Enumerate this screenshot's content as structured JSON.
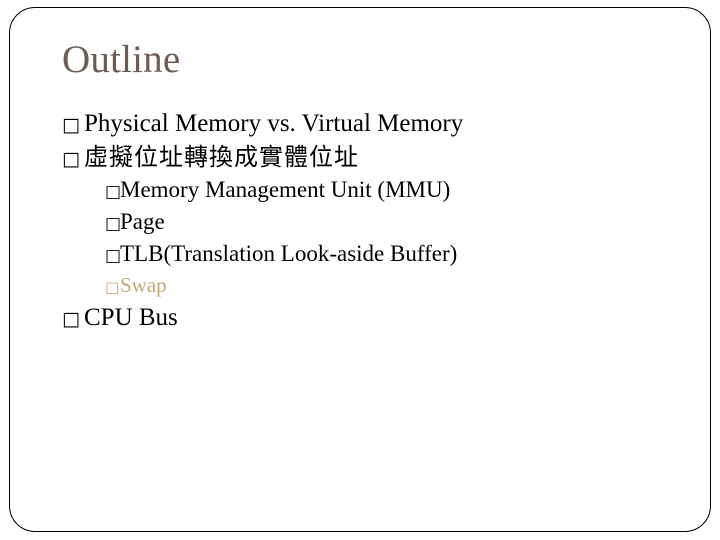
{
  "slide": {
    "title": "Outline",
    "title_color": "#6d5b54",
    "frame_color": "#000000",
    "background_color": "#ffffff",
    "accent_color": "#c8a57a",
    "bullet_glyph": "□",
    "items": [
      {
        "level": 1,
        "bullet": "□",
        "text": "Physical Memory vs. Virtual Memory",
        "color": "#000000",
        "script": "latin"
      },
      {
        "level": 1,
        "bullet": "□",
        "text": "虛擬位址轉換成實體位址",
        "color": "#000000",
        "script": "cjk"
      },
      {
        "level": 2,
        "bullet": "□",
        "text": "Memory Management Unit (MMU)",
        "color": "#000000",
        "script": "latin"
      },
      {
        "level": 2,
        "bullet": "□",
        "text": "Page",
        "color": "#000000",
        "script": "latin"
      },
      {
        "level": 2,
        "bullet": "□",
        "text": "TLB(Translation Look-aside Buffer)",
        "color": "#000000",
        "script": "latin"
      },
      {
        "level": 2,
        "bullet": "□",
        "text": "Swap",
        "color": "#c8a57a",
        "script": "latin"
      },
      {
        "level": 1,
        "bullet": "□",
        "text": "CPU Bus",
        "color": "#000000",
        "script": "latin"
      }
    ]
  }
}
